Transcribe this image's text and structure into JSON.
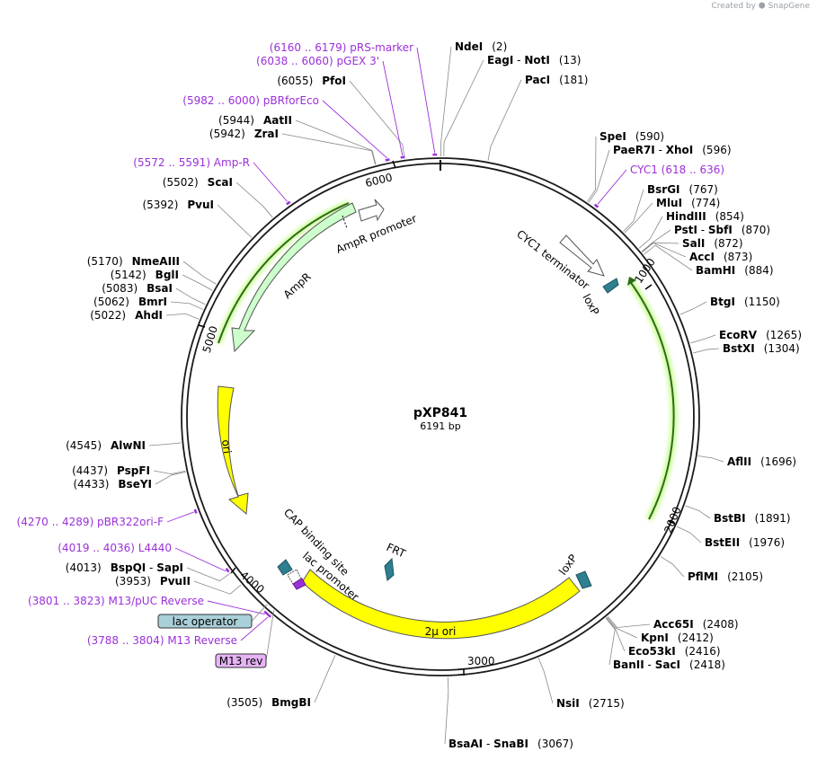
{
  "credit": {
    "prefix": "Created by",
    "brand": "SnapGene"
  },
  "plasmid": {
    "name": "pXP841",
    "length_label": "6191 bp",
    "length": 6191
  },
  "ticks": [
    "1000",
    "2000",
    "3000",
    "4000",
    "5000",
    "6000"
  ],
  "sites": [
    {
      "id": "ndei",
      "parts": [
        {
          "t": "NdeI",
          "b": true
        },
        {
          "t": "(2)",
          "b": false
        }
      ],
      "pos": 2
    },
    {
      "id": "eagi-noti",
      "parts": [
        {
          "t": "EagI",
          "b": true
        },
        {
          "t": " - ",
          "b": false
        },
        {
          "t": "NotI",
          "b": true
        },
        {
          "t": "(13)",
          "b": false
        }
      ],
      "pos": 13
    },
    {
      "id": "paci",
      "parts": [
        {
          "t": "PacI",
          "b": true
        },
        {
          "t": "(181)",
          "b": false
        }
      ],
      "pos": 181
    },
    {
      "id": "spei",
      "parts": [
        {
          "t": "SpeI",
          "b": true
        },
        {
          "t": "(590)",
          "b": false
        }
      ],
      "pos": 590
    },
    {
      "id": "paer7i-xhoi",
      "parts": [
        {
          "t": "PaeR7I",
          "b": true
        },
        {
          "t": " - ",
          "b": false
        },
        {
          "t": "XhoI",
          "b": true
        },
        {
          "t": "(596)",
          "b": false
        }
      ],
      "pos": 596
    },
    {
      "id": "bsrgi",
      "parts": [
        {
          "t": "BsrGI",
          "b": true
        },
        {
          "t": "(767)",
          "b": false
        }
      ],
      "pos": 767
    },
    {
      "id": "mlui",
      "parts": [
        {
          "t": "MluI",
          "b": true
        },
        {
          "t": "(774)",
          "b": false
        }
      ],
      "pos": 774
    },
    {
      "id": "hindiii",
      "parts": [
        {
          "t": "HindIII",
          "b": true
        },
        {
          "t": "(854)",
          "b": false
        }
      ],
      "pos": 854
    },
    {
      "id": "psti-sbfi",
      "parts": [
        {
          "t": "PstI",
          "b": true
        },
        {
          "t": " - ",
          "b": false
        },
        {
          "t": "SbfI",
          "b": true
        },
        {
          "t": "(870)",
          "b": false
        }
      ],
      "pos": 870
    },
    {
      "id": "sali",
      "parts": [
        {
          "t": "SalI",
          "b": true
        },
        {
          "t": "(872)",
          "b": false
        }
      ],
      "pos": 872
    },
    {
      "id": "acci",
      "parts": [
        {
          "t": "AccI",
          "b": true
        },
        {
          "t": "(873)",
          "b": false
        }
      ],
      "pos": 873
    },
    {
      "id": "bamhi",
      "parts": [
        {
          "t": "BamHI",
          "b": true
        },
        {
          "t": "(884)",
          "b": false
        }
      ],
      "pos": 884
    },
    {
      "id": "btgi",
      "parts": [
        {
          "t": "BtgI",
          "b": true
        },
        {
          "t": "(1150)",
          "b": false
        }
      ],
      "pos": 1150
    },
    {
      "id": "ecorv",
      "parts": [
        {
          "t": "EcoRV",
          "b": true
        },
        {
          "t": "(1265)",
          "b": false
        }
      ],
      "pos": 1265
    },
    {
      "id": "bstxi",
      "parts": [
        {
          "t": "BstXI",
          "b": true
        },
        {
          "t": "(1304)",
          "b": false
        }
      ],
      "pos": 1304
    },
    {
      "id": "aflii",
      "parts": [
        {
          "t": "AflII",
          "b": true
        },
        {
          "t": "(1696)",
          "b": false
        }
      ],
      "pos": 1696
    },
    {
      "id": "bstbi",
      "parts": [
        {
          "t": "BstBI",
          "b": true
        },
        {
          "t": "(1891)",
          "b": false
        }
      ],
      "pos": 1891
    },
    {
      "id": "bsteii",
      "parts": [
        {
          "t": "BstEII",
          "b": true
        },
        {
          "t": "(1976)",
          "b": false
        }
      ],
      "pos": 1976
    },
    {
      "id": "pflmi",
      "parts": [
        {
          "t": "PflMI",
          "b": true
        },
        {
          "t": "(2105)",
          "b": false
        }
      ],
      "pos": 2105
    },
    {
      "id": "acc65i",
      "parts": [
        {
          "t": "Acc65I",
          "b": true
        },
        {
          "t": "(2408)",
          "b": false
        }
      ],
      "pos": 2408
    },
    {
      "id": "kpni",
      "parts": [
        {
          "t": "KpnI",
          "b": true
        },
        {
          "t": "(2412)",
          "b": false
        }
      ],
      "pos": 2412
    },
    {
      "id": "eco53ki",
      "parts": [
        {
          "t": "Eco53kI",
          "b": true
        },
        {
          "t": "(2416)",
          "b": false
        }
      ],
      "pos": 2416
    },
    {
      "id": "banii-saci",
      "parts": [
        {
          "t": "BanII",
          "b": true
        },
        {
          "t": " - ",
          "b": false
        },
        {
          "t": "SacI",
          "b": true
        },
        {
          "t": "(2418)",
          "b": false
        }
      ],
      "pos": 2418
    },
    {
      "id": "nsii",
      "parts": [
        {
          "t": "NsiI",
          "b": true
        },
        {
          "t": "(2715)",
          "b": false
        }
      ],
      "pos": 2715
    },
    {
      "id": "bsaai-snabi",
      "parts": [
        {
          "t": "BsaAI",
          "b": true
        },
        {
          "t": " - ",
          "b": false
        },
        {
          "t": "SnaBI",
          "b": true
        },
        {
          "t": "(3067)",
          "b": false
        }
      ],
      "pos": 3067
    },
    {
      "id": "bmgbi",
      "parts": [
        {
          "t": "(3505)",
          "b": false
        },
        {
          "t": "BmgBI",
          "b": true
        }
      ],
      "pos": 3505
    },
    {
      "id": "pvuii",
      "parts": [
        {
          "t": "(3953)",
          "b": false
        },
        {
          "t": "PvuII",
          "b": true
        }
      ],
      "pos": 3953
    },
    {
      "id": "bspqi-sapi",
      "parts": [
        {
          "t": "(4013)",
          "b": false
        },
        {
          "t": "BspQI",
          "b": true
        },
        {
          "t": " - ",
          "b": false
        },
        {
          "t": "SapI",
          "b": true
        }
      ],
      "pos": 4013
    },
    {
      "id": "bseyi",
      "parts": [
        {
          "t": "(4433)",
          "b": false
        },
        {
          "t": "BseYI",
          "b": true
        }
      ],
      "pos": 4433
    },
    {
      "id": "pspfi",
      "parts": [
        {
          "t": "(4437)",
          "b": false
        },
        {
          "t": "PspFI",
          "b": true
        }
      ],
      "pos": 4437
    },
    {
      "id": "alwni",
      "parts": [
        {
          "t": "(4545)",
          "b": false
        },
        {
          "t": "AlwNI",
          "b": true
        }
      ],
      "pos": 4545
    },
    {
      "id": "ahdi",
      "parts": [
        {
          "t": "(5022)",
          "b": false
        },
        {
          "t": "AhdI",
          "b": true
        }
      ],
      "pos": 5022
    },
    {
      "id": "bmri",
      "parts": [
        {
          "t": "(5062)",
          "b": false
        },
        {
          "t": "BmrI",
          "b": true
        }
      ],
      "pos": 5062
    },
    {
      "id": "bsai",
      "parts": [
        {
          "t": "(5083)",
          "b": false
        },
        {
          "t": "BsaI",
          "b": true
        }
      ],
      "pos": 5083
    },
    {
      "id": "bgli",
      "parts": [
        {
          "t": "(5142)",
          "b": false
        },
        {
          "t": "BglI",
          "b": true
        }
      ],
      "pos": 5142
    },
    {
      "id": "nmeaiii",
      "parts": [
        {
          "t": "(5170)",
          "b": false
        },
        {
          "t": "NmeAIII",
          "b": true
        }
      ],
      "pos": 5170
    },
    {
      "id": "pvui",
      "parts": [
        {
          "t": "(5392)",
          "b": false
        },
        {
          "t": "PvuI",
          "b": true
        }
      ],
      "pos": 5392
    },
    {
      "id": "scai",
      "parts": [
        {
          "t": "(5502)",
          "b": false
        },
        {
          "t": "ScaI",
          "b": true
        }
      ],
      "pos": 5502
    },
    {
      "id": "zrai",
      "parts": [
        {
          "t": "(5942)",
          "b": false
        },
        {
          "t": "ZraI",
          "b": true
        }
      ],
      "pos": 5942
    },
    {
      "id": "aatii",
      "parts": [
        {
          "t": "(5944)",
          "b": false
        },
        {
          "t": "AatII",
          "b": true
        }
      ],
      "pos": 5944
    },
    {
      "id": "pfoi",
      "parts": [
        {
          "t": "(6055)",
          "b": false
        },
        {
          "t": "PfoI",
          "b": true
        }
      ],
      "pos": 6055
    }
  ],
  "primers": [
    {
      "id": "cyc1",
      "text": "CYC1   (618 .. 636)",
      "pos": 627
    },
    {
      "id": "prs-marker",
      "text": "(6160 .. 6179)  pRS-marker",
      "pos": 6170
    },
    {
      "id": "pgex-3",
      "text": "(6038 .. 6060)  pGEX 3'",
      "pos": 6049
    },
    {
      "id": "pbrforeco",
      "text": "(5982 .. 6000)  pBRforEco",
      "pos": 5991
    },
    {
      "id": "amp-r",
      "text": "(5572 .. 5591)  Amp-R",
      "pos": 5582
    },
    {
      "id": "pbr322ori-f",
      "text": "(4270 .. 4289)  pBR322ori-F",
      "pos": 4280
    },
    {
      "id": "l4440",
      "text": "(4019 .. 4036)  L4440",
      "pos": 4028
    },
    {
      "id": "m13-puc-reverse",
      "text": "(3801 .. 3823)  M13/pUC Reverse",
      "pos": 3812
    },
    {
      "id": "m13-reverse",
      "text": "(3788 .. 3804)  M13 Reverse",
      "pos": 3796
    }
  ],
  "boxed_labels": [
    {
      "id": "lac-operator",
      "text": "lac operator",
      "pos": 3830,
      "fill": "#a9cfd8"
    },
    {
      "id": "m13-rev",
      "text": "M13 rev",
      "pos": 3796,
      "fill": "#e6b3f5"
    }
  ],
  "features": [
    {
      "id": "cyc1-terminator",
      "text": "CYC1 terminator"
    },
    {
      "id": "loxp-1",
      "text": "loxP"
    },
    {
      "id": "loxp-2",
      "text": "loxP"
    },
    {
      "id": "ampr-promoter",
      "text": "AmpR promoter"
    },
    {
      "id": "ampr",
      "text": "AmpR"
    },
    {
      "id": "ori",
      "text": "ori"
    },
    {
      "id": "cap-binding-site",
      "text": "CAP binding site"
    },
    {
      "id": "lac-promoter",
      "text": "lac promoter"
    },
    {
      "id": "frt",
      "text": "FRT"
    },
    {
      "id": "two-micron-ori",
      "text": "2μ ori"
    }
  ],
  "colors": {
    "backbone": "#1a1a1a",
    "ori_fill": "#ffff00",
    "ampr_fill": "#ccffcc",
    "gene_glow": "#ccff99",
    "primer": "#9b30d9",
    "loxp_fill": "#2e7f8f",
    "leader": "#888888"
  }
}
